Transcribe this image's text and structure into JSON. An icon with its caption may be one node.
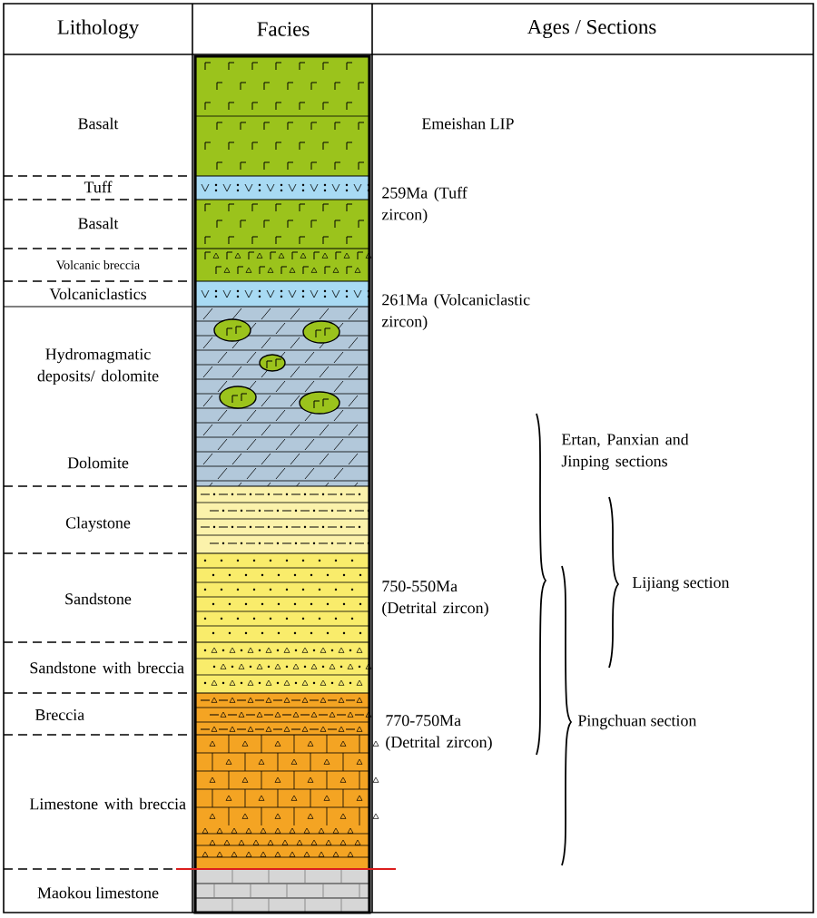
{
  "diagram": {
    "labels": [
      "Lithology",
      "Facies",
      "Ages / Sections",
      "Basalt",
      "Tuff",
      "Basalt",
      "Volcanic breccia",
      "Volcaniclastics",
      "Hydromagmatic deposits/ dolomite",
      "Dolomite",
      "Claystone",
      "Sandstone",
      "Sandstone with breccia",
      "Breccia",
      "Limestone with breccia",
      "Maokou limestone",
      "Emeishan LIP",
      "259Ma (Tuff zircon)",
      "261Ma (Volcaniclastic zircon)",
      "Ertan, Panxian and Jinping sections",
      "750-550Ma (Detrital zircon)",
      "Lijiang section",
      "770-750Ma (Detrital zircon)",
      "Pingchuan section"
    ]
  }
}
